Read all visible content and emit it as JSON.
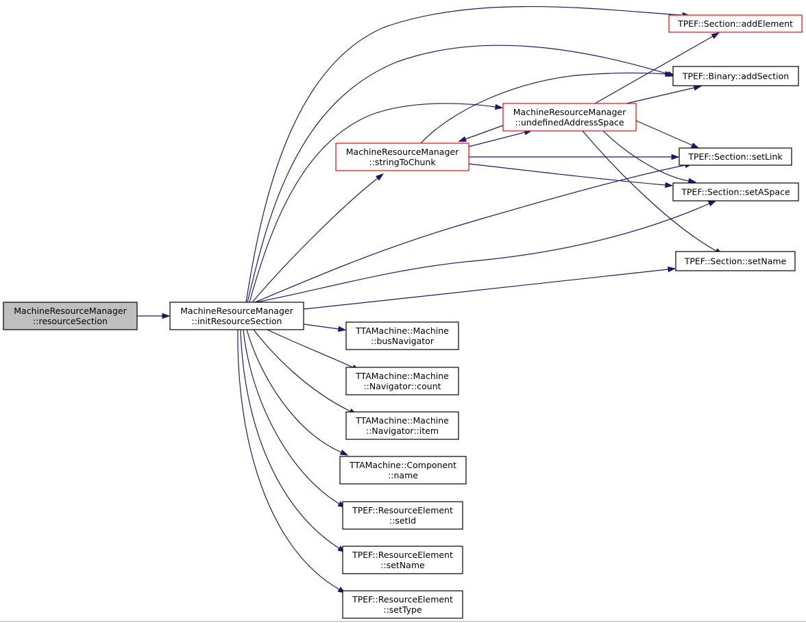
{
  "colors": {
    "background": "#ffffff",
    "edge": "#191970",
    "border_default": "#000000",
    "border_truncated": "#ff0000",
    "fill_current": "#bfbfbf",
    "fill_default": "#ffffff"
  },
  "nodes": [
    {
      "id": "n-resourceSection",
      "lines": [
        "MachineResourceManager",
        "::resourceSection"
      ],
      "style": "current"
    },
    {
      "id": "n-initResourceSection",
      "lines": [
        "MachineResourceManager",
        "::initResourceSection"
      ],
      "style": "default"
    },
    {
      "id": "n-addElement",
      "lines": [
        "TPEF::Section::addElement"
      ],
      "style": "truncated"
    },
    {
      "id": "n-addSection",
      "lines": [
        "TPEF::Binary::addSection"
      ],
      "style": "default"
    },
    {
      "id": "n-undefinedAddressSpace",
      "lines": [
        "MachineResourceManager",
        "::undefinedAddressSpace"
      ],
      "style": "truncated"
    },
    {
      "id": "n-stringToChunk",
      "lines": [
        "MachineResourceManager",
        "::stringToChunk"
      ],
      "style": "truncated"
    },
    {
      "id": "n-setLink",
      "lines": [
        "TPEF::Section::setLink"
      ],
      "style": "default"
    },
    {
      "id": "n-setASpace",
      "lines": [
        "TPEF::Section::setASpace"
      ],
      "style": "default"
    },
    {
      "id": "n-sectionSetName",
      "lines": [
        "TPEF::Section::setName"
      ],
      "style": "default"
    },
    {
      "id": "n-busNavigator",
      "lines": [
        "TTAMachine::Machine",
        "::busNavigator"
      ],
      "style": "default"
    },
    {
      "id": "n-navCount",
      "lines": [
        "TTAMachine::Machine",
        "::Navigator::count"
      ],
      "style": "default"
    },
    {
      "id": "n-navItem",
      "lines": [
        "TTAMachine::Machine",
        "::Navigator::item"
      ],
      "style": "default"
    },
    {
      "id": "n-componentName",
      "lines": [
        "TTAMachine::Component",
        "::name"
      ],
      "style": "default"
    },
    {
      "id": "n-setId",
      "lines": [
        "TPEF::ResourceElement",
        "::setId"
      ],
      "style": "default"
    },
    {
      "id": "n-resSetName",
      "lines": [
        "TPEF::ResourceElement",
        "::setName"
      ],
      "style": "default"
    },
    {
      "id": "n-setType",
      "lines": [
        "TPEF::ResourceElement",
        "::setType"
      ],
      "style": "default"
    }
  ],
  "edges": [
    {
      "from": "n-resourceSection",
      "to": "n-initResourceSection"
    },
    {
      "from": "n-initResourceSection",
      "to": "n-addElement"
    },
    {
      "from": "n-initResourceSection",
      "to": "n-addSection"
    },
    {
      "from": "n-initResourceSection",
      "to": "n-undefinedAddressSpace"
    },
    {
      "from": "n-initResourceSection",
      "to": "n-stringToChunk"
    },
    {
      "from": "n-initResourceSection",
      "to": "n-setLink"
    },
    {
      "from": "n-initResourceSection",
      "to": "n-setASpace"
    },
    {
      "from": "n-initResourceSection",
      "to": "n-sectionSetName"
    },
    {
      "from": "n-initResourceSection",
      "to": "n-busNavigator"
    },
    {
      "from": "n-initResourceSection",
      "to": "n-navCount"
    },
    {
      "from": "n-initResourceSection",
      "to": "n-navItem"
    },
    {
      "from": "n-initResourceSection",
      "to": "n-componentName"
    },
    {
      "from": "n-initResourceSection",
      "to": "n-setId"
    },
    {
      "from": "n-initResourceSection",
      "to": "n-resSetName"
    },
    {
      "from": "n-initResourceSection",
      "to": "n-setType"
    },
    {
      "from": "n-stringToChunk",
      "to": "n-addSection"
    },
    {
      "from": "n-stringToChunk",
      "to": "n-undefinedAddressSpace"
    },
    {
      "from": "n-stringToChunk",
      "to": "n-setLink"
    },
    {
      "from": "n-stringToChunk",
      "to": "n-setASpace"
    },
    {
      "from": "n-undefinedAddressSpace",
      "to": "n-addElement"
    },
    {
      "from": "n-undefinedAddressSpace",
      "to": "n-addSection"
    },
    {
      "from": "n-undefinedAddressSpace",
      "to": "n-stringToChunk"
    },
    {
      "from": "n-undefinedAddressSpace",
      "to": "n-setLink"
    },
    {
      "from": "n-undefinedAddressSpace",
      "to": "n-setASpace"
    },
    {
      "from": "n-undefinedAddressSpace",
      "to": "n-sectionSetName"
    }
  ]
}
